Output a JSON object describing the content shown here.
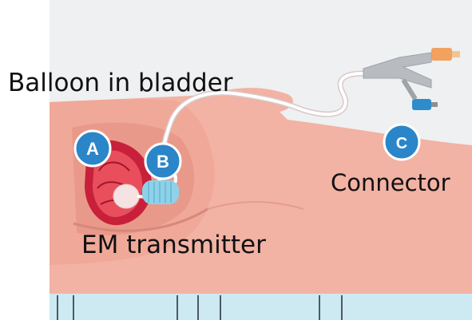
{
  "labels": {
    "balloon": "Balloon in bladder",
    "em_transmitter": "EM transmitter",
    "connector": "Connector"
  },
  "badges": {
    "a": "A",
    "b": "B",
    "c": "C"
  },
  "colors": {
    "background": "#eef0f1",
    "skin": "#f2b2a4",
    "skin_shadow": "#e59c8c",
    "badge": "#2a86c8",
    "bladder": "#c8203a",
    "bladder_inner": "#e84e5c",
    "balloon": "#f6e2e2",
    "transmitter": "#8fd1e8",
    "catheter": "#ffffff",
    "connector_gray": "#b8bcc0",
    "connector_orange": "#f2a15f",
    "connector_blue": "#2e8cca",
    "table": "#cde9f2",
    "table_line": "#4a5a66"
  }
}
